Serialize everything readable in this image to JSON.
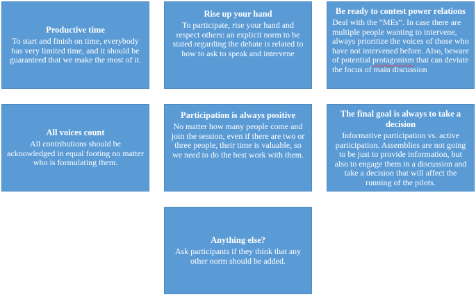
{
  "cards": [
    {
      "title": "Productive time",
      "body": "To start and finish on time, everybody has very limited time, and it should be guaranteed that we make the most of it."
    },
    {
      "title": "Rise up your hand",
      "body": "To participate, rise your hand and respect others: an explicit norm to be stated regarding the debate is related to how to ask to speak and intervene"
    },
    {
      "title": "Be ready to contest power relations",
      "body_before": "Deal with the “MEs”. In case there are multiple people wanting to intervene, always prioritize the voices of those who have not intervened before. Also, beware of potential ",
      "body_marked": "protagonism",
      "body_after": " that can deviate the focus of main discussion"
    },
    {
      "title": "All voices count",
      "body": "All contributions should be acknowledged in equal footing no matter who is formulating them."
    },
    {
      "title": "Participation is always positive",
      "body": "No matter how many people come and join the session, even if there are two or three people, their time is valuable, so we need to do the best work with them."
    },
    {
      "title": "The final goal is always to take a decision",
      "body": "Informative participation vs. active participation. Assemblies are not going to be just to provide information, but also to engage them in a discussion and take a decision that will affect the running of the pilots."
    },
    {
      "title": "Anything else?",
      "body": "Ask participants if they think that any other norm should be added."
    }
  ]
}
